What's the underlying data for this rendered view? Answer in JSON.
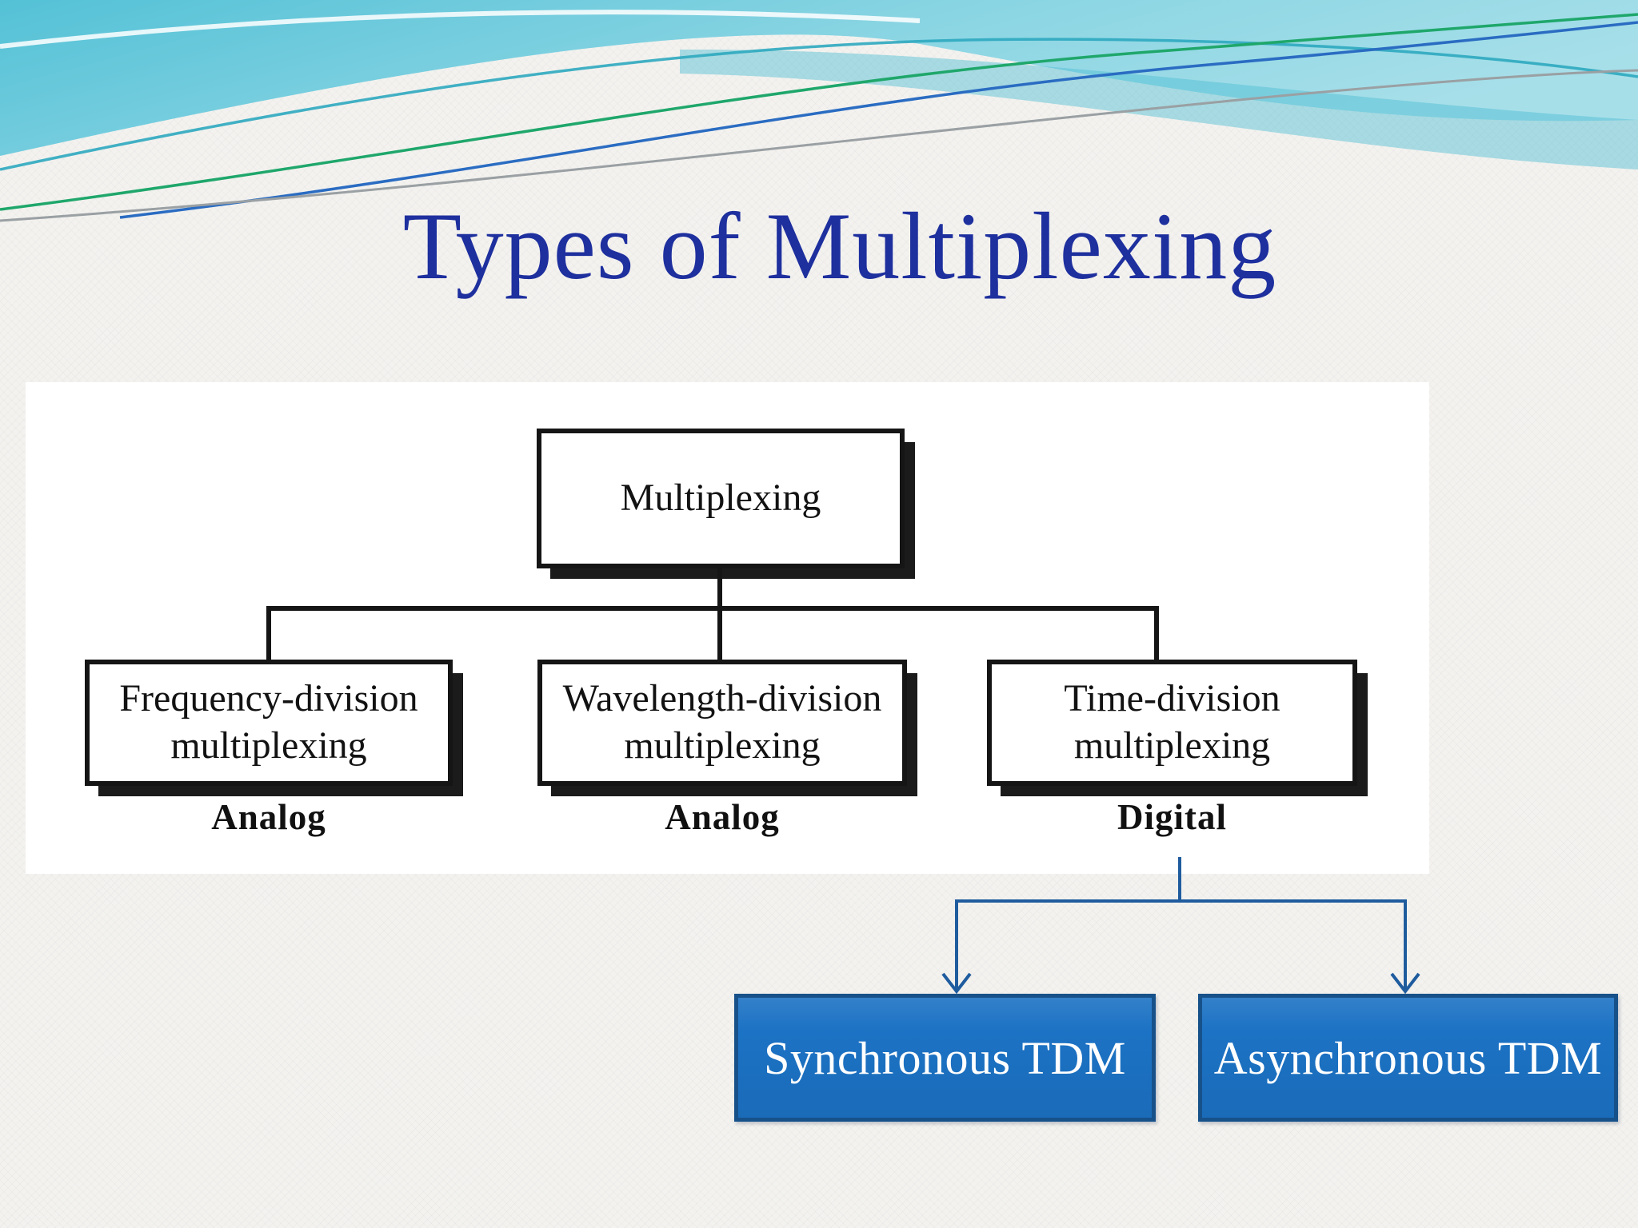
{
  "slide": {
    "title": "Types of Multiplexing"
  },
  "diagram": {
    "root": {
      "label": "Multiplexing"
    },
    "children": [
      {
        "line1": "Frequency-division",
        "line2": "multiplexing",
        "category": "Analog"
      },
      {
        "line1": "Wavelength-division",
        "line2": "multiplexing",
        "category": "Analog"
      },
      {
        "line1": "Time-division",
        "line2": "multiplexing",
        "category": "Digital"
      }
    ],
    "tdm_children": [
      {
        "label": "Synchronous TDM"
      },
      {
        "label": "Asynchronous TDM"
      }
    ]
  },
  "colors": {
    "title_text": "#1e2f9e",
    "tdm_box_fill": "#1c72c4",
    "tdm_box_border": "#17518a",
    "tdm_box_text": "#ffffff",
    "blue_connector": "#1f5c9e",
    "scan_ink": "#151515",
    "header_teal_dark": "#54c1d6",
    "header_teal_light": "#a7dfe9",
    "background": "#f3f2ef"
  }
}
